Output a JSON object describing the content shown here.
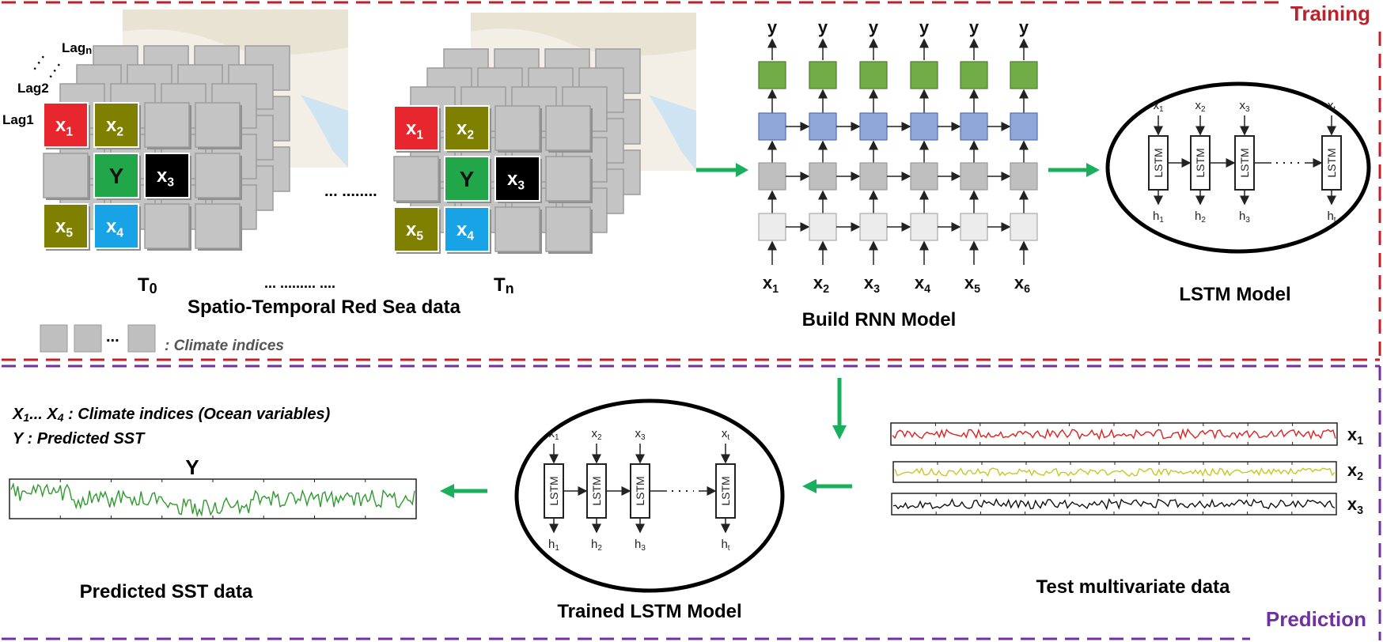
{
  "sections": {
    "training": "Training",
    "prediction": "Prediction"
  },
  "grid": {
    "lag_n": "Lagn",
    "lag2": "Lag2",
    "lag1": "Lag1",
    "cells": {
      "x1": "x1",
      "x2": "x2",
      "x3": "x3",
      "x4": "x4",
      "x5": "x5",
      "y": "Y"
    },
    "t0": "T0",
    "tn": "Tn",
    "between_dots": "... ........",
    "bottom_dots": "... ......... ....",
    "title": "Spatio-Temporal Red Sea data",
    "legend_dots": "...",
    "legend_label": ": Climate indices"
  },
  "rnn": {
    "outputs": [
      "y",
      "y",
      "y",
      "y",
      "y",
      "y"
    ],
    "inputs": [
      "x1",
      "x2",
      "x3",
      "x4",
      "x5",
      "x6"
    ],
    "title": "Build RNN Model"
  },
  "lstm_training": {
    "inputs": [
      "x1",
      "x2",
      "x3",
      "xt"
    ],
    "hidden": [
      "h1",
      "h2",
      "h3",
      "ht"
    ],
    "cell_label": "LSTM",
    "title": "LSTM Model"
  },
  "lstm_prediction": {
    "inputs": [
      "x1",
      "x2",
      "x3",
      "xt"
    ],
    "hidden": [
      "h1",
      "h2",
      "h3",
      "ht"
    ],
    "cell_label": "LSTM",
    "title": "Trained LSTM Model"
  },
  "notes": {
    "line1": "X1... X4 : Climate indices (Ocean variables)",
    "line2": "Y : Predicted SST"
  },
  "predicted": {
    "series_label": "Y",
    "title": "Predicted SST data"
  },
  "test_data": {
    "series": [
      {
        "name": "x1",
        "color": "#e02020"
      },
      {
        "name": "x2",
        "color": "#c8c820"
      },
      {
        "name": "x3",
        "color": "#111111"
      }
    ],
    "title": "Test multivariate data"
  },
  "colors": {
    "training_border": "#c0202a",
    "prediction_border": "#7030a0",
    "arrow_green": "#1aaf5d",
    "x1_red": "#e8262d",
    "x2_olive": "#7f7f00",
    "y_green": "#21a64a",
    "x3_black": "#000000",
    "x4_blue": "#17a3e6",
    "rnn_output": "#70ad47",
    "rnn_hidden": "#8fa6d8",
    "cell_gray": "#bfbfbf",
    "predicted_line": "#2e9a2e"
  }
}
